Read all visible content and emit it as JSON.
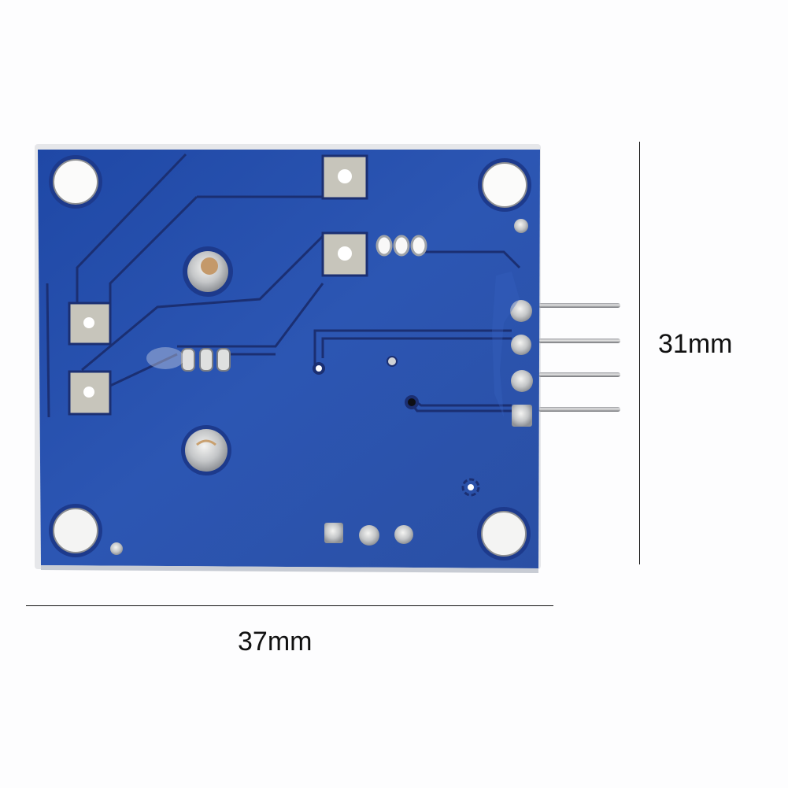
{
  "image": {
    "subject": "blue PCB module, back side, with 4-pin right-angle header",
    "background_color": "#fdfdfe",
    "pcb_color": "#2a4fa8",
    "trace_color": "#1c2f6e",
    "pad_color": "#c9c7bd"
  },
  "dimensions": {
    "height_label": "31mm",
    "width_label": "37mm"
  },
  "pcb": {
    "mounting_holes": 4,
    "header_pins": 4,
    "square_pads": 4,
    "smd_triple_pads": 2,
    "bottom_pads": 3,
    "large_solder_joints": 2
  }
}
